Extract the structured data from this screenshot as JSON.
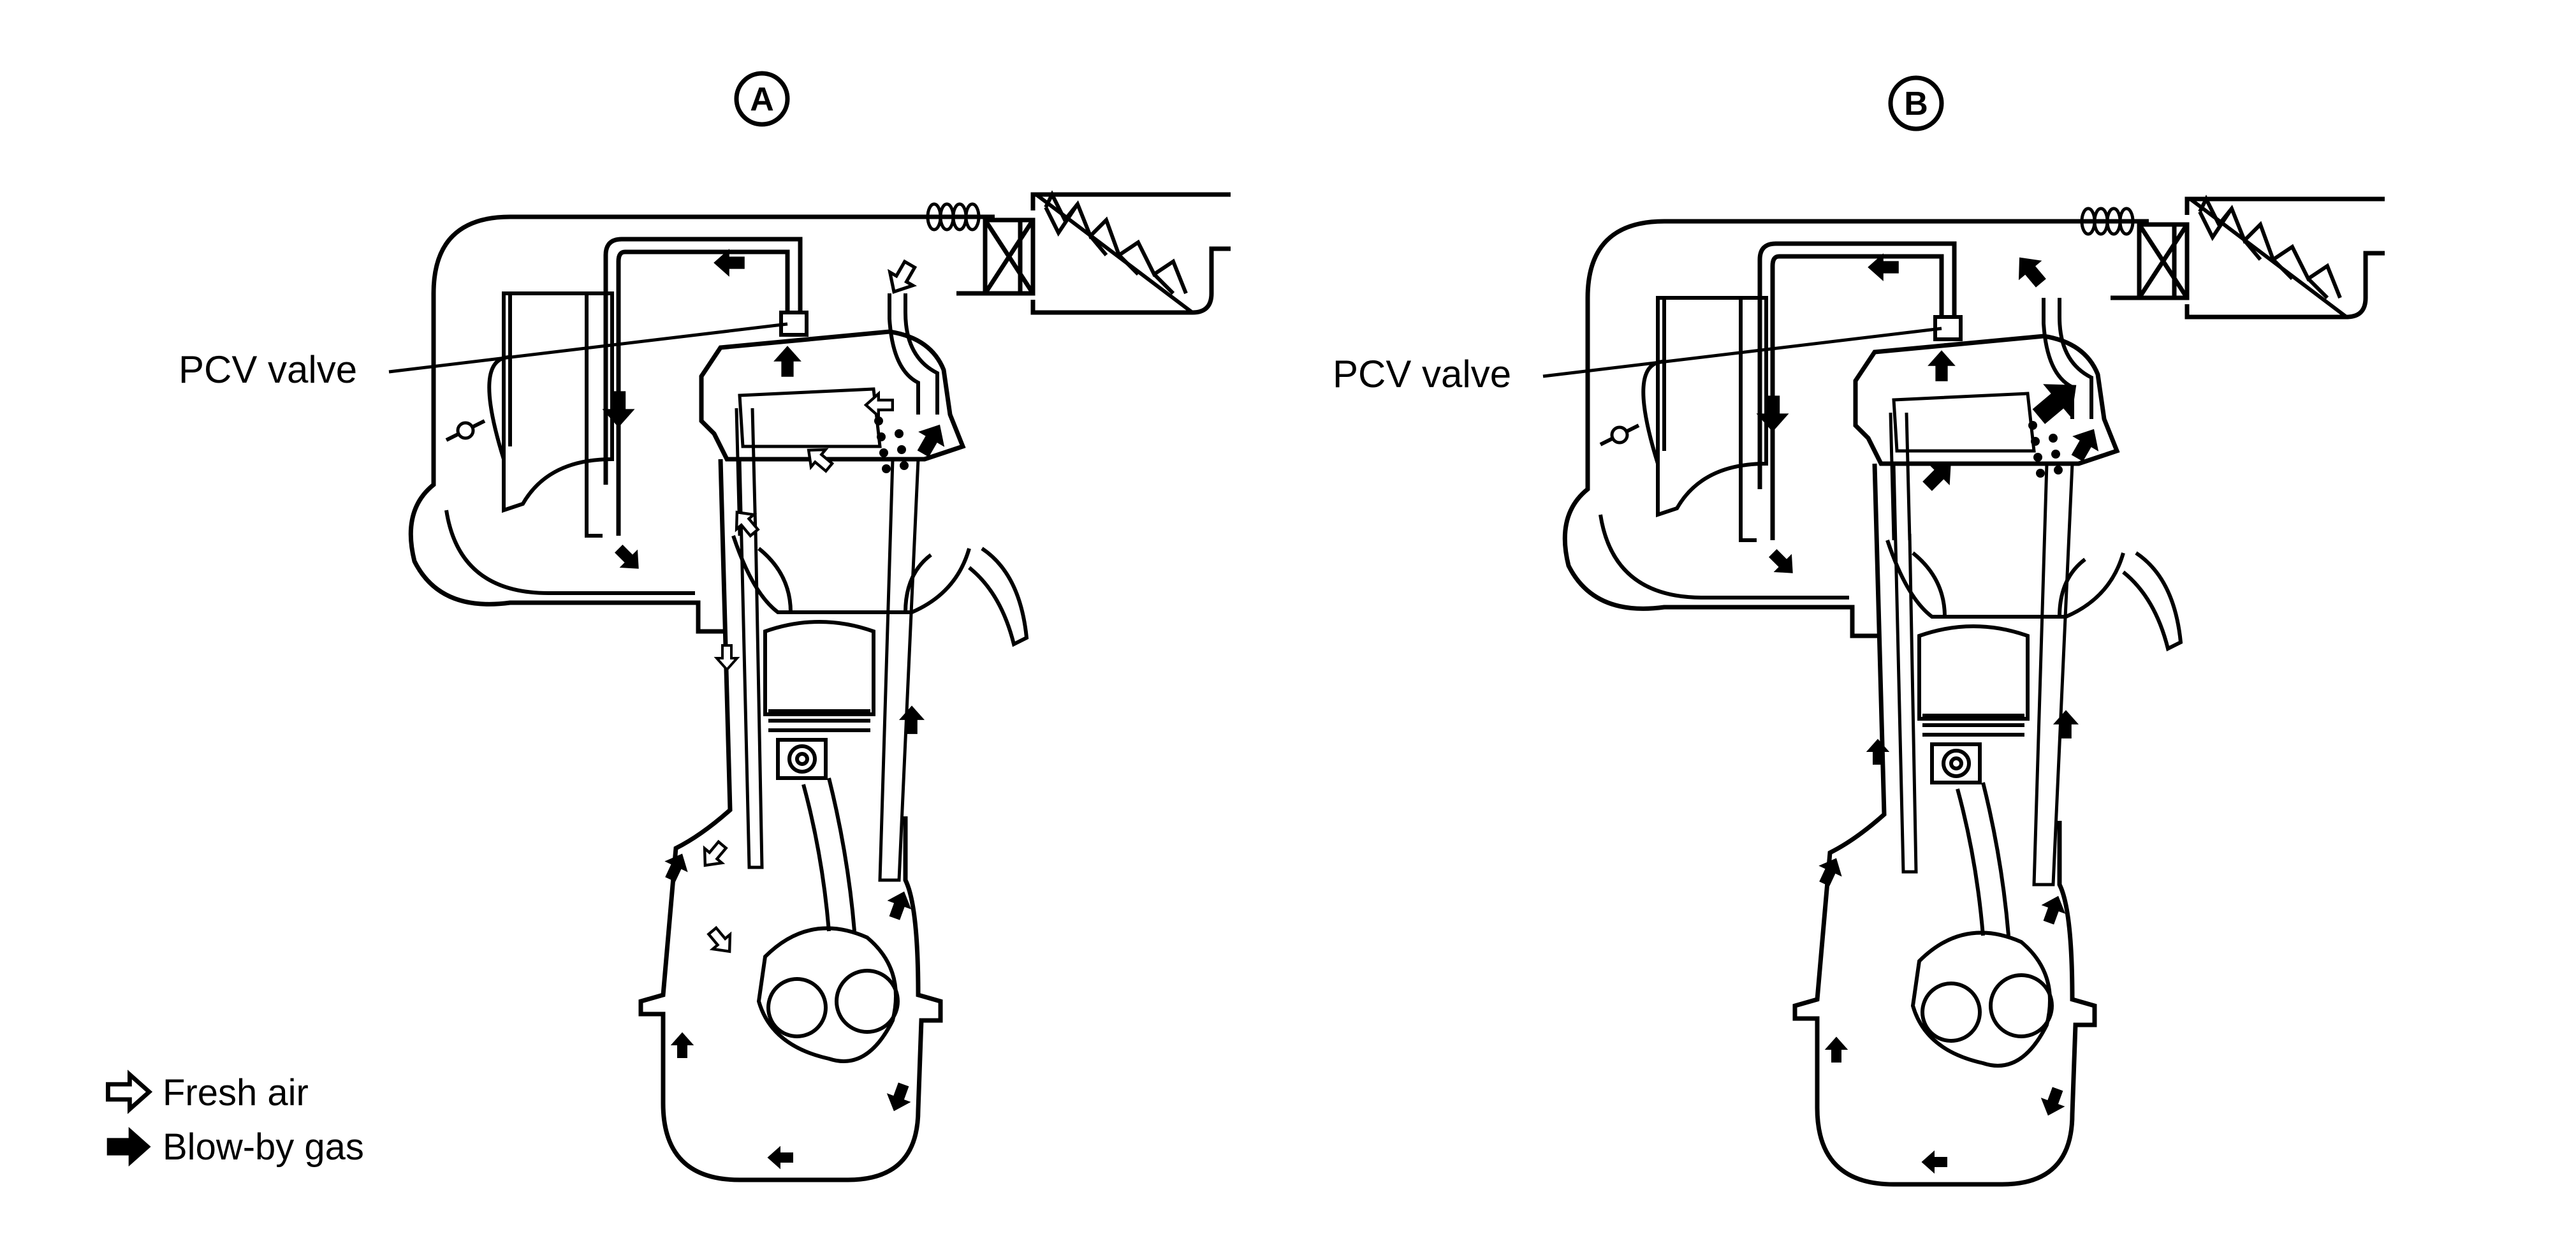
{
  "panels": [
    {
      "id": "A",
      "letter": "A",
      "callout": "PCV valve"
    },
    {
      "id": "B",
      "letter": "B",
      "callout": "PCV valve"
    }
  ],
  "legend": {
    "fresh_air": "Fresh air",
    "blow_by_gas": "Blow-by gas"
  },
  "colors": {
    "line": "#000000",
    "background": "#ffffff",
    "fresh_air_fill": "#ffffff",
    "blow_by_fill": "#000000"
  },
  "icons": {
    "fresh_air": "outline-arrow-icon",
    "blow_by_gas": "solid-arrow-icon"
  }
}
